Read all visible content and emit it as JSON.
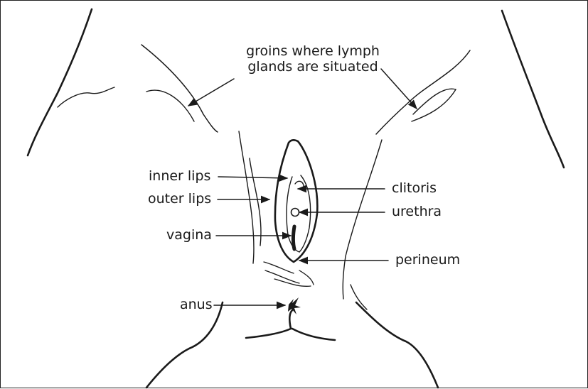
{
  "labels": {
    "groins_line1": "groins where lymph",
    "groins_line2": "glands are situated",
    "inner_lips": "inner lips",
    "outer_lips": "outer lips",
    "vagina": "vagina",
    "clitoris": "clitoris",
    "urethra": "urethra",
    "perineum": "perineum",
    "anus": "anus"
  }
}
